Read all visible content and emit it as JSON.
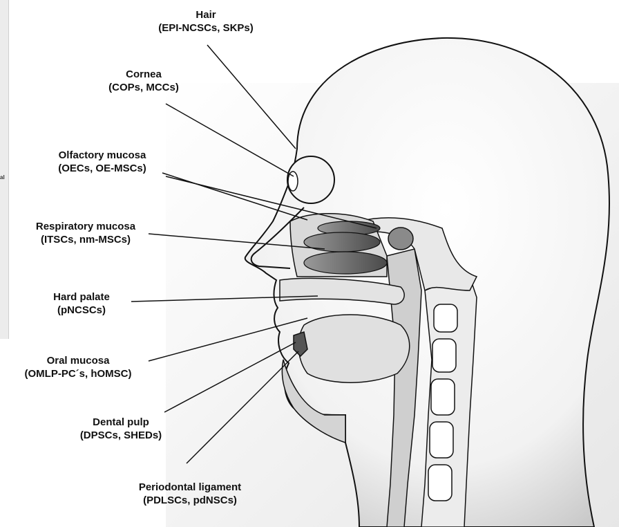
{
  "labels": [
    {
      "id": "hair",
      "title": "Hair",
      "subtitle": "(EPI-NCSCs, SKPs)"
    },
    {
      "id": "cornea",
      "title": "Cornea",
      "subtitle": "(COPs, MCCs)"
    },
    {
      "id": "olfactory",
      "title": "Olfactory mucosa",
      "subtitle": "(OECs, OE-MSCs)"
    },
    {
      "id": "respiratory",
      "title": "Respiratory mucosa",
      "subtitle": "(ITSCs, nm-MSCs)"
    },
    {
      "id": "palate",
      "title": "Hard palate",
      "subtitle": "(pNCSCs)"
    },
    {
      "id": "oral",
      "title": "Oral mucosa",
      "subtitle": "(OMLP-PC´s, hOMSC)"
    },
    {
      "id": "pulp",
      "title": "Dental pulp",
      "subtitle": "(DPSCs, SHEDs)"
    },
    {
      "id": "pdl",
      "title": "Periodontal ligament",
      "subtitle": "(PDLSCs, pdNSCs)"
    }
  ],
  "fragment_text": "al",
  "colors": {
    "outline": "#111111",
    "fill_light": "#e6e6e6",
    "fill_mid": "#9a9a9a",
    "fill_dark": "#555555",
    "background": "#ffffff"
  }
}
